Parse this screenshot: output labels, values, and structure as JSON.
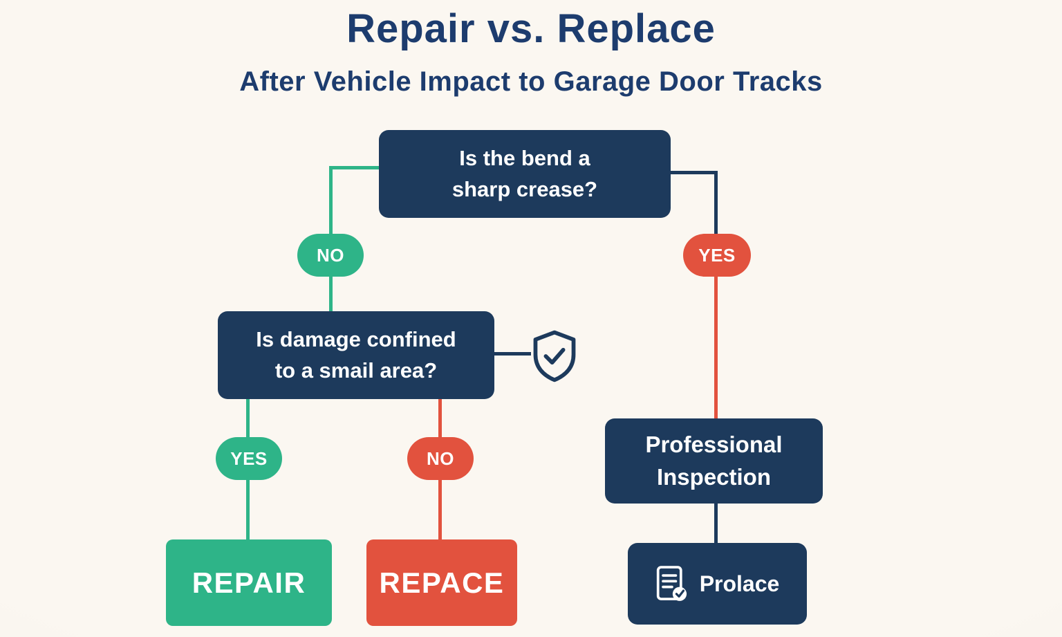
{
  "page": {
    "title": "Repair vs. Replace",
    "subtitle": "After Vehicle Impact to Garage Door Tracks"
  },
  "flowchart": {
    "root_question": {
      "line1": "Is the bend a",
      "line2": "sharp crease?"
    },
    "root_no_label": "NO",
    "root_yes_label": "YES",
    "second_question": {
      "line1": "Is damage confined",
      "line2": "to a smail area?"
    },
    "second_yes_label": "YES",
    "second_no_label": "NO",
    "repair_label": "REPAIR",
    "replace_label": "REPACE",
    "inspection": {
      "line1": "Professional",
      "line2": "Inspection"
    },
    "final_label": "Prolace"
  },
  "icons": {
    "shield": "shield-check-icon",
    "document": "document-check-icon"
  },
  "colors": {
    "navy": "#1d3a5c",
    "title": "#1d3c6e",
    "green": "#2eb488",
    "red": "#e2523e",
    "background": "#fbf7f1"
  }
}
